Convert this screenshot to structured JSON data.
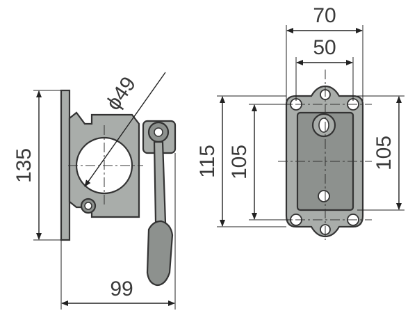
{
  "dimensions": {
    "left_height": "135",
    "bottom_width": "99",
    "diameter": "ϕ49",
    "top_width": "70",
    "inner_width": "50",
    "height_115": "115",
    "height_105_left": "105",
    "height_105_right": "105"
  },
  "colors": {
    "steel": "#a9adaa",
    "steel_dark": "#8d918e",
    "line": "#222222"
  }
}
